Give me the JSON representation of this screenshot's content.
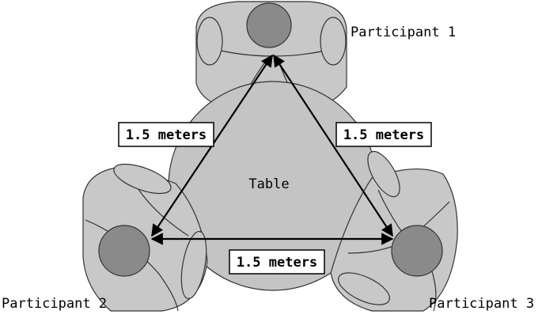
{
  "table_label": "Table",
  "participants": [
    "Participant 1",
    "Participant 2",
    "Participant 3"
  ],
  "distances": [
    "1.5 meters",
    "1.5 meters",
    "1.5 meters"
  ],
  "colors": {
    "chair": "#c8c8c8",
    "head": "#8a8a8a",
    "table": "#c4c4c4",
    "stroke": "#333333",
    "arrow": "#000000"
  }
}
